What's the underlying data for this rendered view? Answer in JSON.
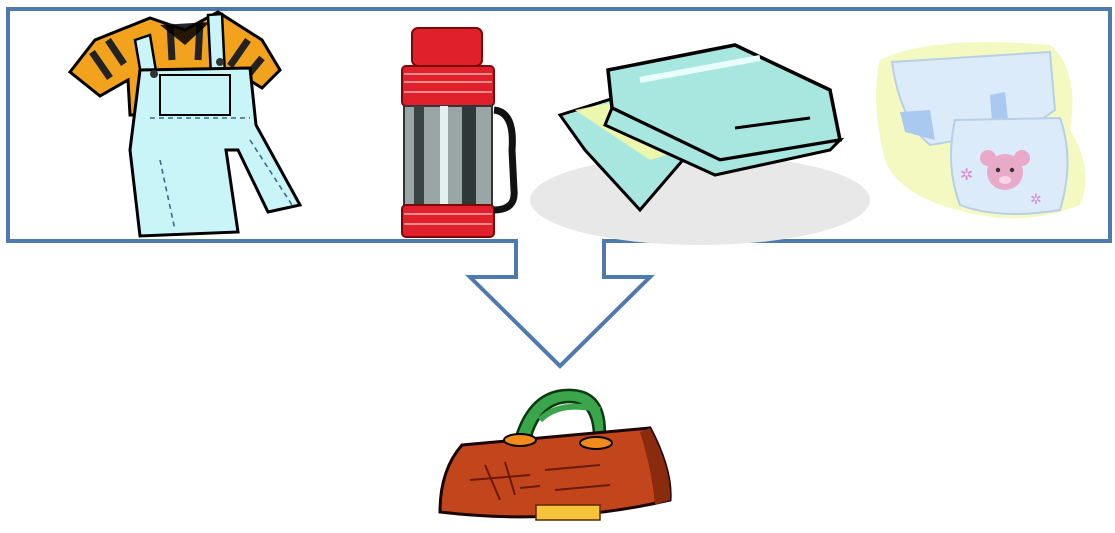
{
  "colors": {
    "frame_stroke": "#4F7AB0",
    "overall_denim": "#C9F4F8",
    "shirt_orange": "#F2A21C",
    "thermos_red": "#E0202A",
    "thermos_steel": "#9AA6A6",
    "blanket_teal": "#A8E6E0",
    "blanket_stripe": "#F3F7A6",
    "diaper_blue": "#DCEBFA",
    "diaper_yellow": "#F4F9C2",
    "bear_pink": "#E9A9C8",
    "bag_brown": "#C2451C",
    "bag_handle_green": "#3AA54A",
    "bag_tag_yellow": "#F6C33B"
  },
  "items": [
    {
      "id": "clothes",
      "icon": "overalls-and-shirt-icon"
    },
    {
      "id": "thermos",
      "icon": "thermos-flask-icon"
    },
    {
      "id": "blanket",
      "icon": "folded-blanket-icon"
    },
    {
      "id": "diapers",
      "icon": "diapers-icon"
    }
  ],
  "destination": {
    "icon": "travel-bag-icon"
  }
}
